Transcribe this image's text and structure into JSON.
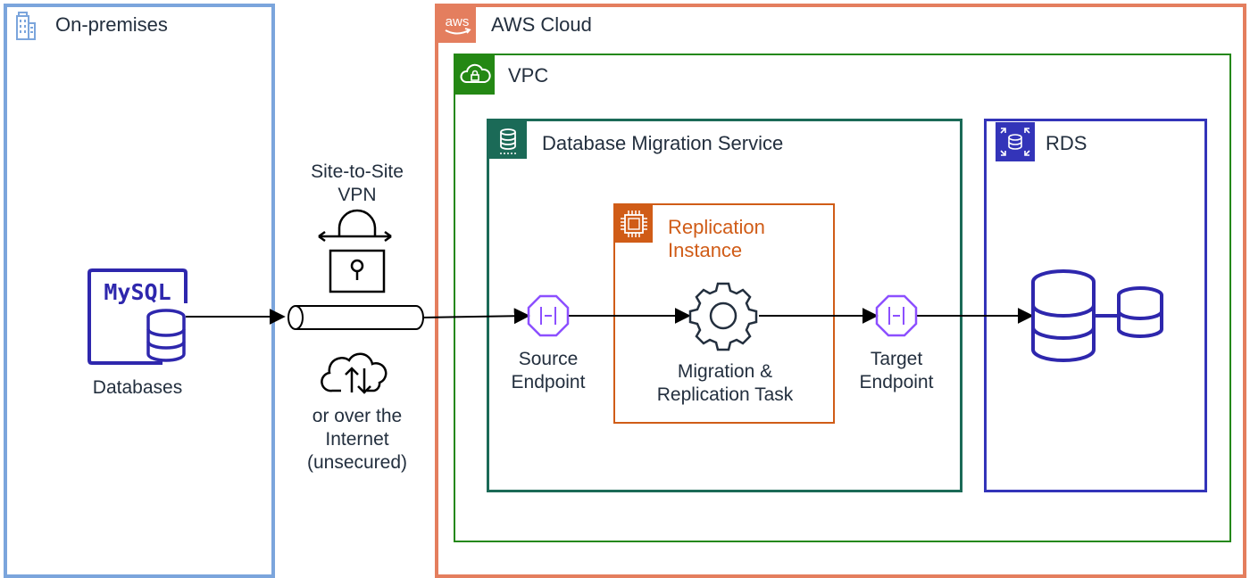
{
  "groups": {
    "onprem": "On-premises",
    "aws": "AWS Cloud",
    "aws_logo": "aws",
    "vpc": "VPC",
    "dms": "Database Migration Service",
    "rds": "RDS",
    "replication": "Replication\nInstance"
  },
  "nodes": {
    "mysql_logo": "MySQL",
    "databases": "Databases",
    "vpn": "Site-to-Site\nVPN",
    "internet": "or over the\nInternet\n(unsecured)",
    "source_endpoint": "Source\nEndpoint",
    "task": "Migration &\nReplication Task",
    "target_endpoint": "Target\nEndpoint"
  },
  "colors": {
    "onprem": "#7ba5dc",
    "aws": "#e47e5e",
    "vpc": "#248814",
    "dms": "#1b6a57",
    "rds": "#3334b9",
    "replication": "#d05c17",
    "endpoint": "#8c4fff",
    "mysql": "#2e27ad"
  },
  "icons": [
    "building-icon",
    "aws-logo-icon",
    "vpc-cloud-lock-icon",
    "database-service-icon",
    "rds-icon",
    "chip-icon",
    "mysql-db-icon",
    "padlock-icon",
    "cloud-up-down-icon",
    "endpoint-icon",
    "gear-icon",
    "database-icon"
  ]
}
